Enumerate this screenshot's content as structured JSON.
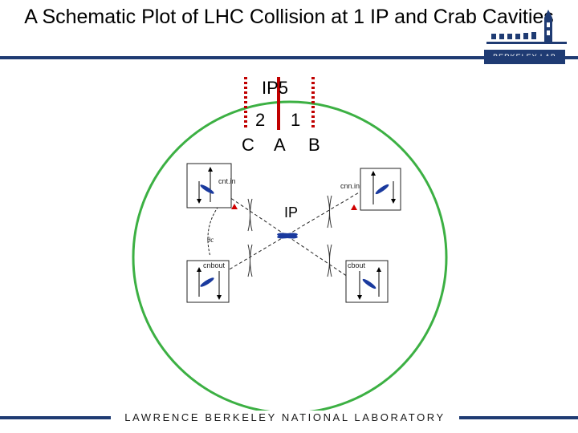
{
  "header": {
    "title": "A Schematic Plot of LHC Collision at 1 IP and Crab Cavities",
    "logo_text": "BERKELEY LAB"
  },
  "diagram": {
    "ip_label": "IP5",
    "beam_labels": [
      "2",
      "1"
    ],
    "cavity_labels": [
      "C",
      "A",
      "B"
    ],
    "center_label": "IP",
    "boxes": [
      {
        "id": "top-left",
        "label": "cnt.in"
      },
      {
        "id": "top-right",
        "label": "cnn.in"
      },
      {
        "id": "bottom-left",
        "label": "cnbout"
      },
      {
        "id": "bottom-right",
        "label": "cbout"
      }
    ],
    "angle_label": "θc",
    "colors": {
      "ring": "#3cb043",
      "cavity_marker": "#c00000",
      "bunch": "#1a3a9e",
      "crab_marker": "#d00000"
    }
  },
  "footer": {
    "text": "LAWRENCE BERKELEY NATIONAL LABORATORY"
  }
}
